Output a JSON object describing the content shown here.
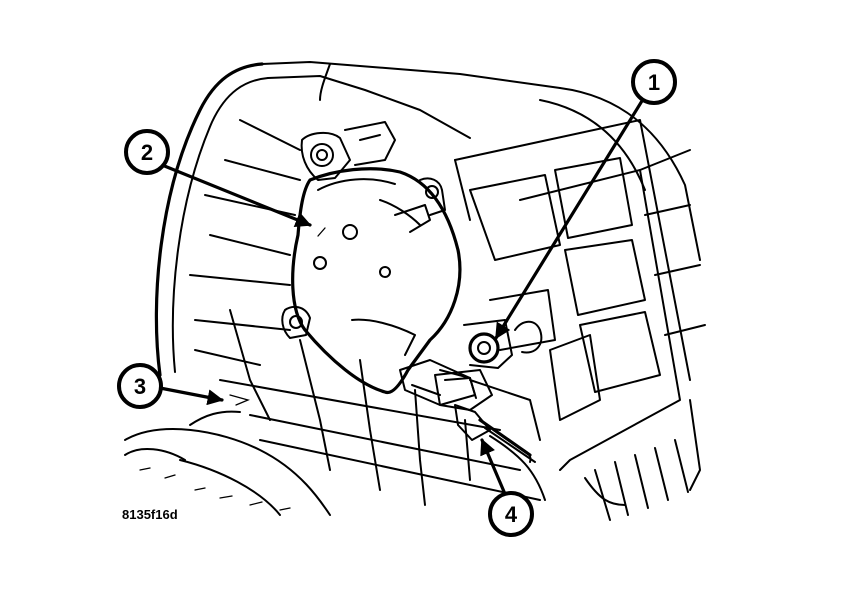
{
  "callouts": {
    "c1": "1",
    "c2": "2",
    "c3": "3",
    "c4": "4"
  },
  "figure_id": "8135f16d"
}
